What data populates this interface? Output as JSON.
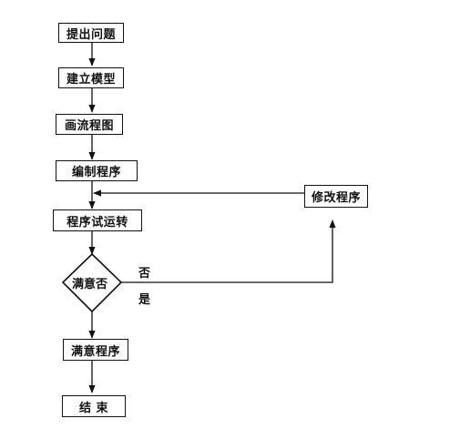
{
  "flowchart": {
    "steps": {
      "raise_problem": "提出问题",
      "build_model": "建立模型",
      "draw_flowchart": "画流程图",
      "write_program": "编制程序",
      "trial_run": "程序试运转",
      "satisfied_check": "满意否",
      "satisfied_program": "满意程序",
      "end": "结 束",
      "modify_program": "修改程序"
    },
    "branch_labels": {
      "no": "否",
      "yes": "是"
    }
  },
  "colors": {
    "line": "#111111",
    "background": "#ffffff"
  }
}
